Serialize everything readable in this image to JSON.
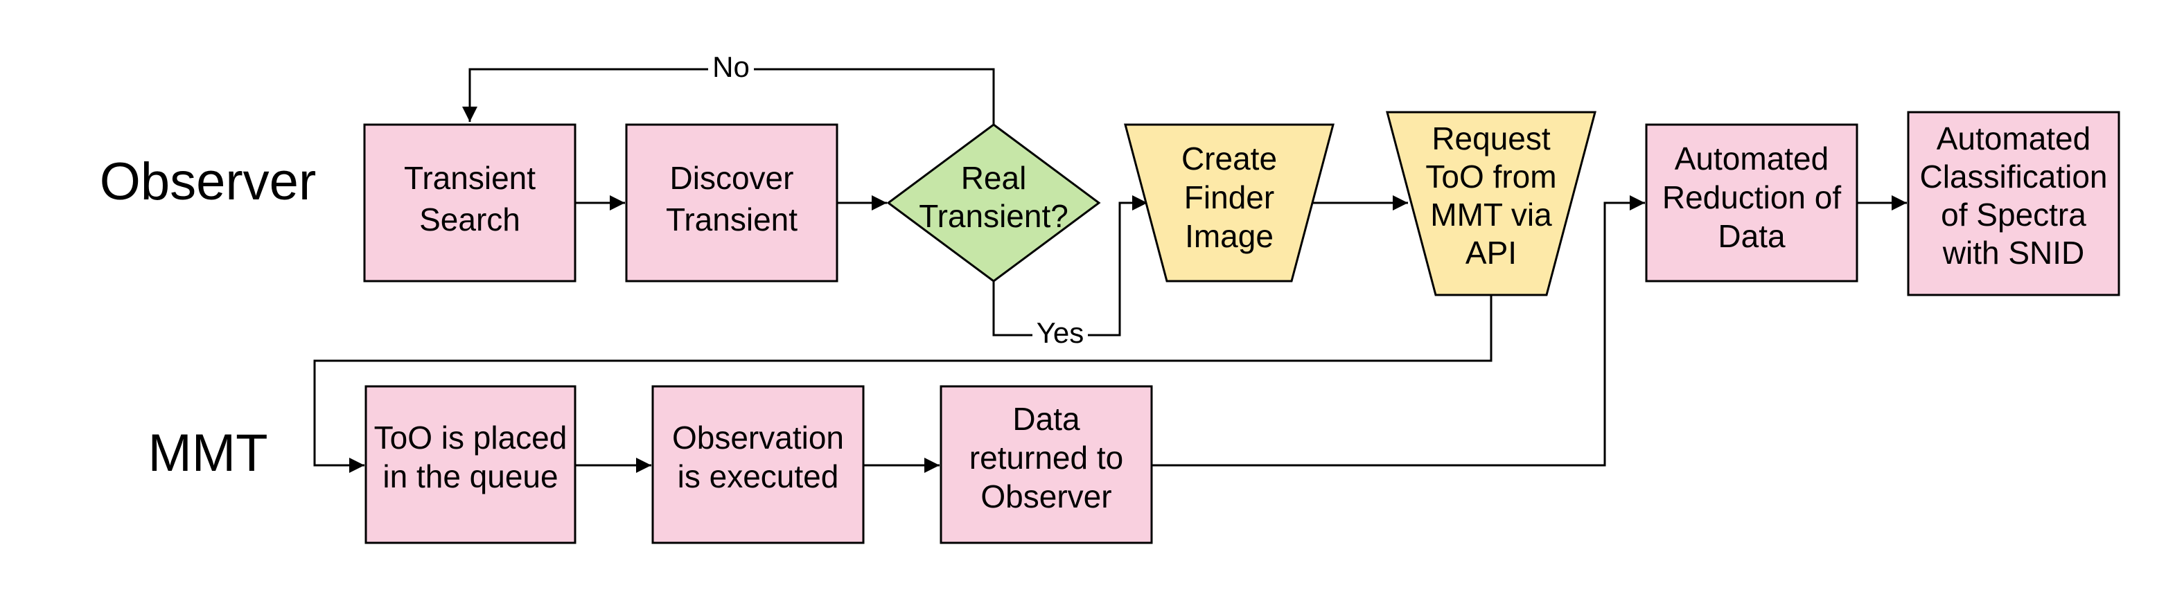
{
  "lanes": {
    "observer": "Observer",
    "mmt": "MMT"
  },
  "nodes": {
    "transient_search": [
      "Transient",
      "Search"
    ],
    "discover_transient": [
      "Discover",
      "Transient"
    ],
    "real_transient": [
      "Real",
      "Transient?"
    ],
    "create_finder_image": [
      "Create",
      "Finder",
      "Image"
    ],
    "request_too": [
      "Request",
      "ToO from",
      "MMT via",
      "API"
    ],
    "automated_reduction": [
      "Automated",
      "Reduction of",
      "Data"
    ],
    "automated_classification": [
      "Automated",
      "Classification",
      "of Spectra",
      "with SNID"
    ],
    "too_placed": [
      "ToO is placed",
      "in the queue"
    ],
    "observation_executed": [
      "Observation",
      "is executed"
    ],
    "data_returned": [
      "Data",
      "returned to",
      "Observer"
    ]
  },
  "edge_labels": {
    "no": "No",
    "yes": "Yes"
  },
  "colors": {
    "process": "#f9d0df",
    "decision": "#c6e6a7",
    "manual_operation": "#fde9a8"
  }
}
